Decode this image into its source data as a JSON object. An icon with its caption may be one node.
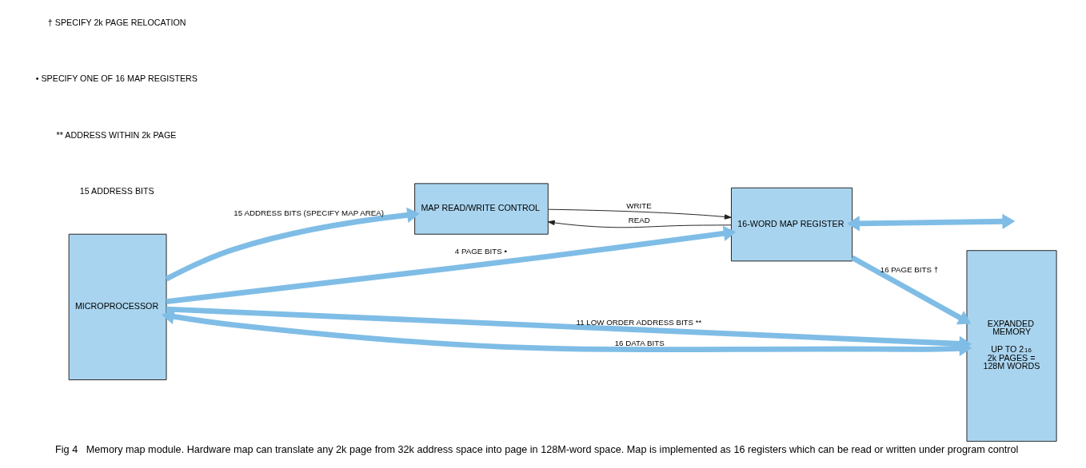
{
  "diagram": {
    "caption": "Fig 4   Memory map module. Hardware map can translate any 2k page from 32k address space into page in 128M-word space. Map is implemented as 16 registers which can be read or written under program control",
    "nodes": [
      {
        "text": [
          "MICROPROCESSOR"
        ]
      },
      {
        "text": [
          "MAP READ/WRITE CONTROL"
        ]
      },
      {
        "text": [
          "16-WORD MAP REGISTER"
        ]
      },
      {
        "text": [
          "EXPANDED MEMORY",
          "UP TO 2$^{16}$ 2k PAGES = 128M WORDS"
        ]
      }
    ],
    "edges": [
      {
        "from": 0,
        "to": 1,
        "arrow": "to",
        "label": "15 ADDRESS BITS (SPECIFY MAP AREA)"
      },
      {
        "from": 0,
        "to": 3,
        "arrow": "to",
        "label": "11 LOW ORDER ADDRESS BITS **"
      },
      {
        "from": 0,
        "to": 2,
        "arrow": "to",
        "label": "4 PAGE BITS •"
      },
      {
        "from": 1,
        "to": 2,
        "arrow": "to",
        "label": "WRITE",
        "color": "#222222"
      },
      {
        "from": 2,
        "to": 1,
        "arrow": "to",
        "label": "READ",
        "color": "#222222"
      },
      {
        "from": 2,
        "to": 3,
        "arrow": "to",
        "label": "16 PAGE BITS †"
      },
      {
        "from": 2,
        "to": null,
        "arrow": "both"
      },
      {
        "from": 0,
        "to": 3,
        "arrow": "both",
        "label": "16 DATA BITS"
      }
    ],
    "labels": [
      "15 ADDRESS BITS",
      "** ADDRESS WITHIN 2k PAGE",
      "• SPECIFY ONE OF 16 MAP REGISTERS",
      "† SPECIFY 2k PAGE RELOCATION"
    ]
  }
}
